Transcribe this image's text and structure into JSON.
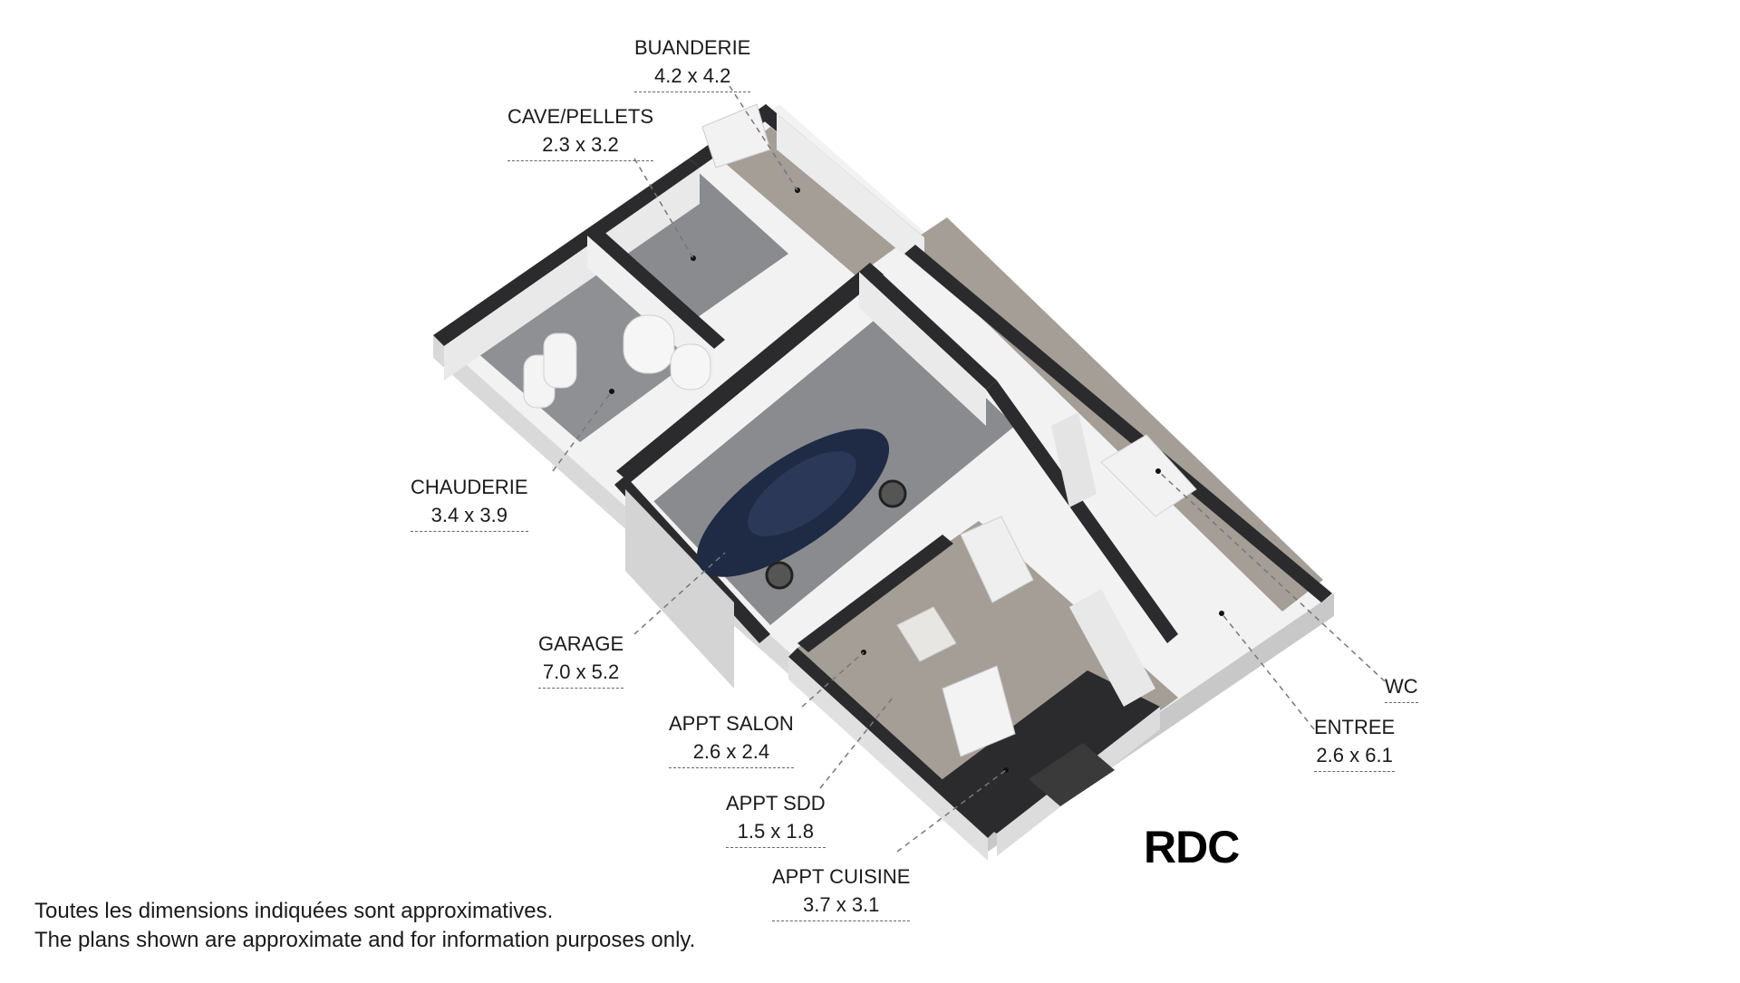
{
  "floor": {
    "title": "RDC"
  },
  "rooms": [
    {
      "key": "buanderie",
      "name": "BUANDERIE",
      "dims": "4.2 x 4.2"
    },
    {
      "key": "cave",
      "name": "CAVE/PELLETS",
      "dims": "2.3 x 3.2"
    },
    {
      "key": "chauderie",
      "name": "CHAUDERIE",
      "dims": "3.4 x 3.9"
    },
    {
      "key": "garage",
      "name": "GARAGE",
      "dims": "7.0 x 5.2"
    },
    {
      "key": "appt-salon",
      "name": "APPT SALON",
      "dims": "2.6 x 2.4"
    },
    {
      "key": "appt-sdd",
      "name": "APPT SDD",
      "dims": "1.5 x 1.8"
    },
    {
      "key": "appt-cuisine",
      "name": "APPT CUISINE",
      "dims": "3.7 x 3.1"
    },
    {
      "key": "wc",
      "name": "WC",
      "dims": ""
    },
    {
      "key": "entree",
      "name": "ENTREE",
      "dims": "2.6 x 6.1"
    }
  ],
  "disclaimer": {
    "line_fr": "Toutes les dimensions indiquées sont approximatives.",
    "line_en": "The plans shown are approximate and for information purposes only."
  },
  "colors": {
    "wall_top": "#2b2b2d",
    "wall_side": "#e6e6e6",
    "floor_concrete": "#8a8b8e",
    "floor_tile": "#a49e97",
    "car_body": "#1f2a44"
  }
}
